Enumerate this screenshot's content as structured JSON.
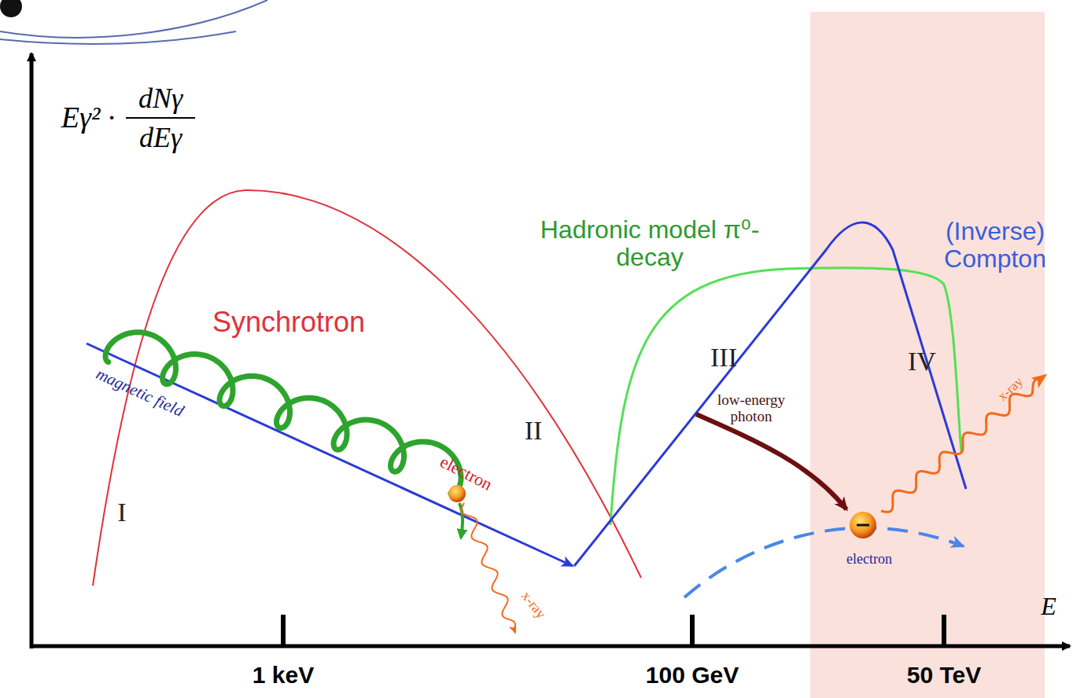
{
  "diagram": {
    "labels": [
      "Eγ² ·",
      "dNγ",
      "dEγ",
      "E",
      "1 keV",
      "100 GeV",
      "50 TeV",
      "Synchrotron",
      "Hadronic model π⁰-decay",
      "(Inverse) Compton",
      "I",
      "II",
      "III",
      "IV",
      "magnetic field",
      "electron",
      "x-ray",
      "low-energy photon",
      "electron",
      "x-ray"
    ]
  }
}
